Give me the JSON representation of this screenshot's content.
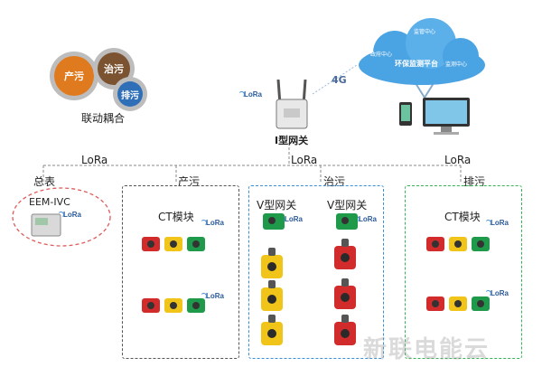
{
  "top": {
    "coupling": {
      "label": "联动耦合",
      "gears": [
        "产污",
        "治污",
        "排污"
      ]
    },
    "gateway": {
      "label": "I型网关"
    },
    "cloud": {
      "label": "环保监测平台",
      "sub1": "监管中心",
      "sub2": "政府中心",
      "sub3": "监测中心"
    },
    "signal": "4G",
    "lora": "LoRa"
  },
  "bus": {
    "left_label": "LoRa",
    "center_label": "LoRa",
    "right_label": "LoRa"
  },
  "branches": [
    {
      "title": "总表",
      "device": "EEM-IVC",
      "lora": "LoRa"
    },
    {
      "title": "产污",
      "module": "CT模块",
      "lora": "LoRa"
    },
    {
      "title": "治污",
      "gw1": "V型网关",
      "gw2": "V型网关",
      "lora": "LoRa"
    },
    {
      "title": "排污",
      "module": "CT模块",
      "lora": "LoRa"
    }
  ],
  "watermark": "新联电能云",
  "colors": {
    "red": "#d22b2b",
    "yellow": "#f0c419",
    "green": "#1e9a4a",
    "blue_box": "#3b8fd6",
    "green_box": "#36b35a",
    "dash": "#555555"
  }
}
